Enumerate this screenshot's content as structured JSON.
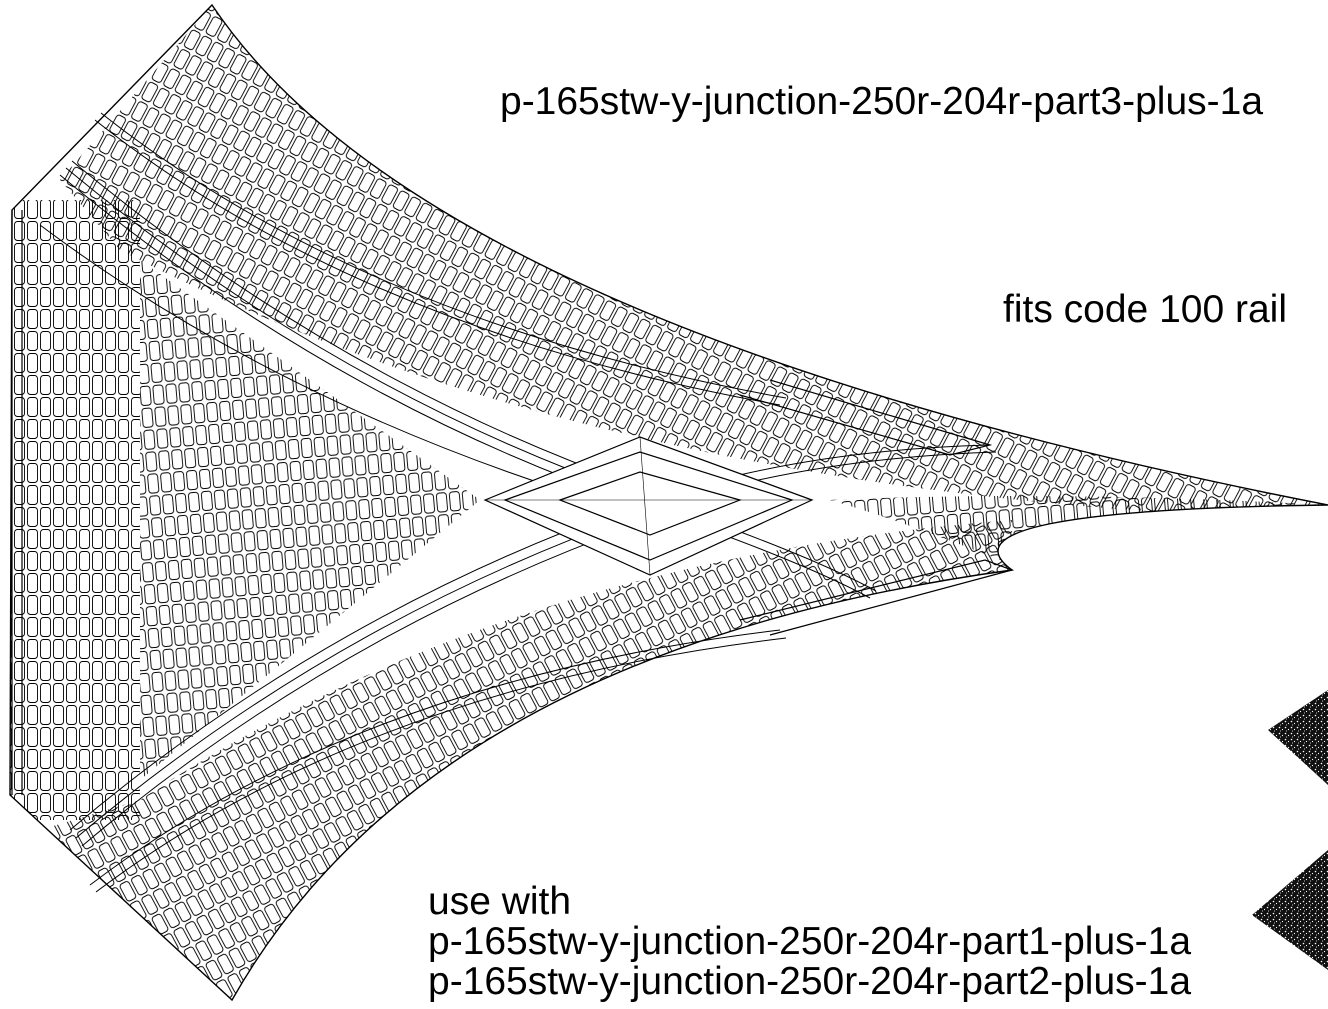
{
  "title": "p-165stw-y-junction-250r-204r-part3-plus-1a",
  "note": "fits code 100 rail",
  "usage": {
    "heading": "use with",
    "parts": [
      "p-165stw-y-junction-250r-204r-part1-plus-1a",
      "p-165stw-y-junction-250r-204r-part2-plus-1a"
    ]
  },
  "colors": {
    "ink": "#000000",
    "paper": "#ffffff",
    "marker": "#1a1a1a"
  },
  "drawing": {
    "subject": "track template: Y-junction stone sett paving with rail flangeways",
    "marker_count": 2
  }
}
